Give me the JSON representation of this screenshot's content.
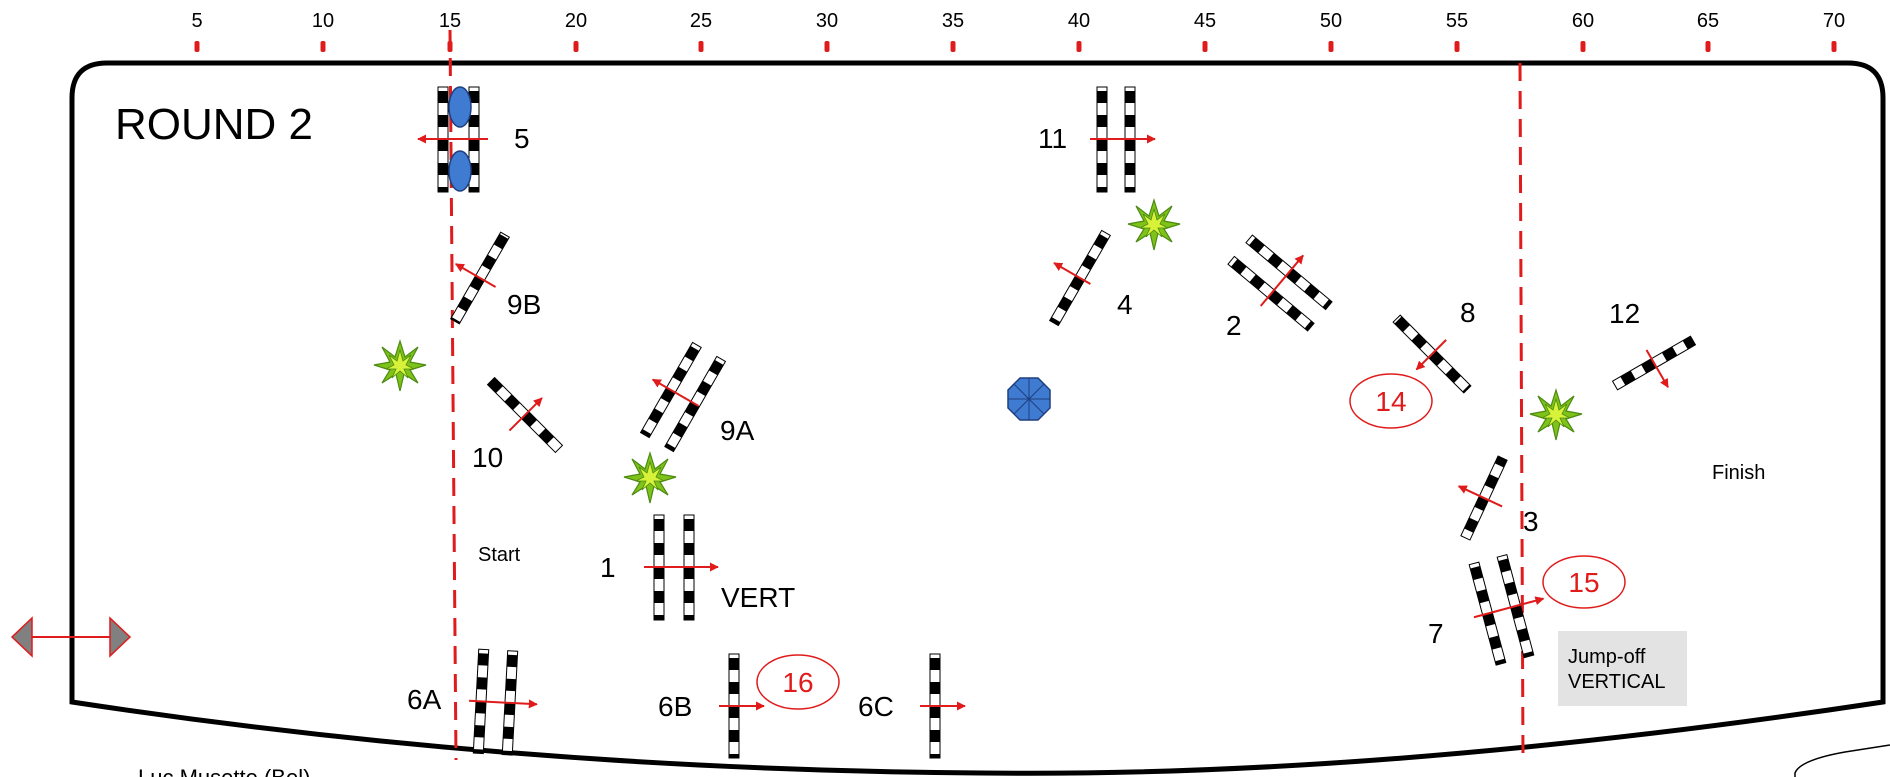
{
  "ruler": {
    "ticks": [
      "5",
      "10",
      "15",
      "20",
      "25",
      "30",
      "35",
      "40",
      "45",
      "50",
      "55",
      "60",
      "65",
      "70"
    ],
    "tick_color": "#e01b1b"
  },
  "arena": {
    "title": "ROUND 2",
    "outline_color": "#000000"
  },
  "fences": [
    {
      "label": "1"
    },
    {
      "label": "2"
    },
    {
      "label": "3"
    },
    {
      "label": "4"
    },
    {
      "label": "5"
    },
    {
      "label": "6A"
    },
    {
      "label": "6B"
    },
    {
      "label": "6C"
    },
    {
      "label": "7"
    },
    {
      "label": "8"
    },
    {
      "label": "9A"
    },
    {
      "label": "9B"
    },
    {
      "label": "10"
    },
    {
      "label": "11"
    },
    {
      "label": "12"
    }
  ],
  "jumpoff_numbers": [
    "14",
    "15",
    "16"
  ],
  "labels": {
    "start": "Start",
    "finish": "Finish",
    "vert": "VERT",
    "jumpoff_line1": "Jump-off",
    "jumpoff_line2": "VERTICAL",
    "designer": "Luc Musette (Bel)"
  },
  "colors": {
    "accent_red": "#e01b1b",
    "blue": "#3f7bd0",
    "plant_green": "#7ec21a",
    "jumpoff_box": "#e3e3e3"
  }
}
